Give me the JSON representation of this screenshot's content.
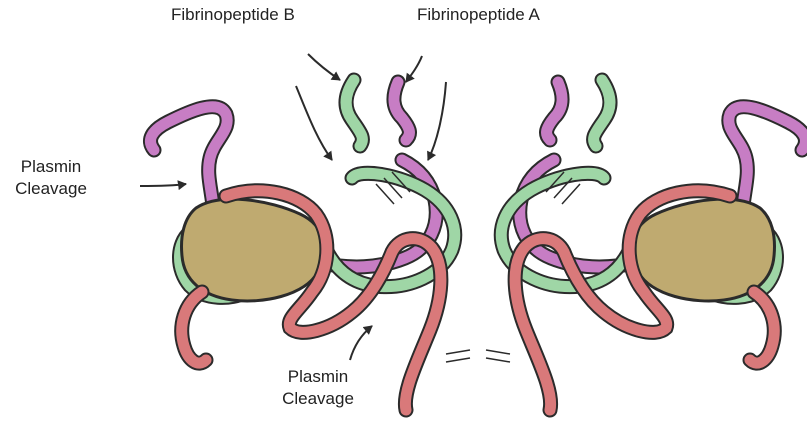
{
  "labels": {
    "fibrinopeptide_b": "Fibrinopeptide B",
    "fibrinopeptide_a": "Fibrinopeptide A",
    "plasmin_left_line1": "Plasmin",
    "plasmin_left_line2": "Cleavage",
    "plasmin_bottom_line1": "Plasmin",
    "plasmin_bottom_line2": "Cleavage"
  },
  "colors": {
    "outline": "#2b2b2b",
    "purple_chain": "#c77dc4",
    "green_chain": "#9fd6a6",
    "red_chain": "#d9797a",
    "globular_domain": "#bfaa70"
  }
}
